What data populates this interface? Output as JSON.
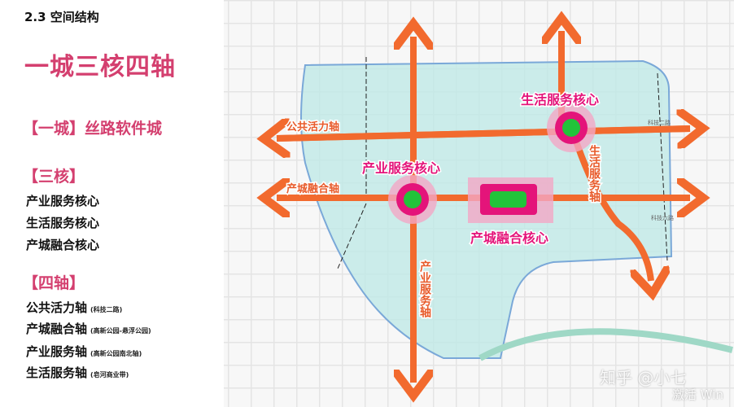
{
  "section_title": "2.3 空间结构",
  "main_title": "一城三核四轴",
  "city": {
    "heading": "【一城】",
    "name": "丝路软件城"
  },
  "cores": {
    "heading": "【三核】",
    "items": [
      "产业服务核心",
      "生活服务核心",
      "产城融合核心"
    ]
  },
  "axes": {
    "heading": "【四轴】",
    "items": [
      {
        "name": "公共活力轴",
        "note": "(科技二路)"
      },
      {
        "name": "产城融合轴",
        "note": "(高新公园-悬浮公园)"
      },
      {
        "name": "产业服务轴",
        "note": "(高新公园南北轴)"
      },
      {
        "name": "生活服务轴",
        "note": "(皂河商业带)"
      }
    ]
  },
  "map": {
    "labels": {
      "public_axis": "公共活力轴",
      "fusion_axis": "产城融合轴",
      "industry_core": "产业服务核心",
      "life_core": "生活服务核心",
      "fusion_core": "产城融合核心",
      "industry_axis": "产业服务轴",
      "life_axis": "生活服务轴",
      "road_2": "科技二路",
      "road_6": "科技六路"
    },
    "colors": {
      "axis": "#f26a2e",
      "core": "#e4147a",
      "core_center": "#22c33a",
      "district": "#bfe8e6"
    }
  },
  "watermark": {
    "text": "知乎 @小七",
    "activate": "激活 Win"
  }
}
